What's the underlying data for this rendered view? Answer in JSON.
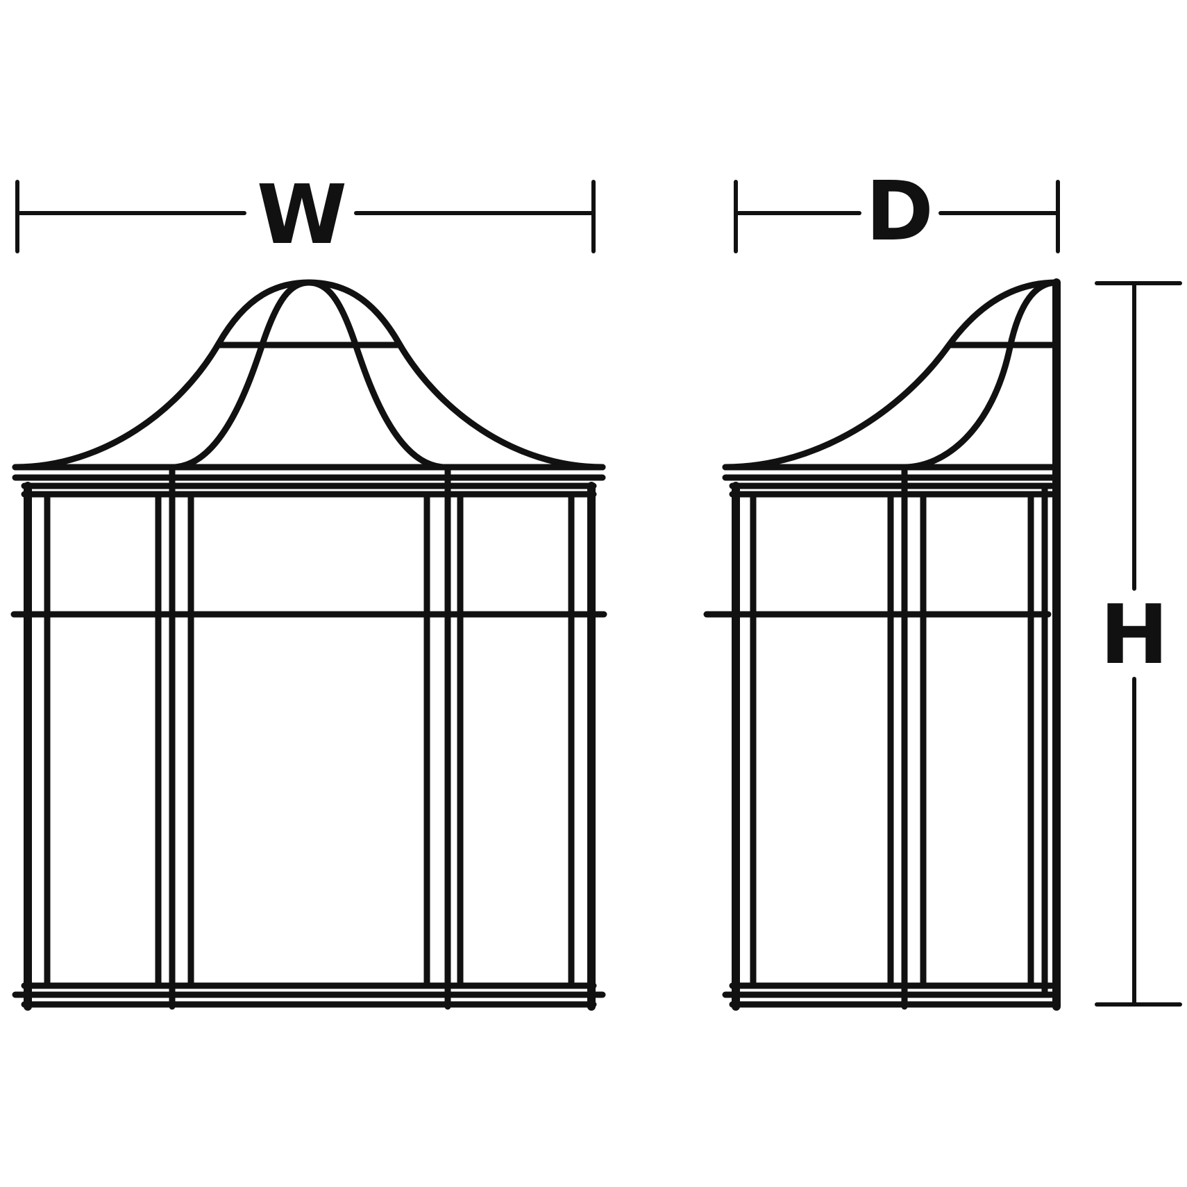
{
  "dimensions": {
    "width_label": "W",
    "depth_label": "D",
    "height_label": "H"
  },
  "colors": {
    "stroke": "#111111",
    "background": "#ffffff"
  }
}
